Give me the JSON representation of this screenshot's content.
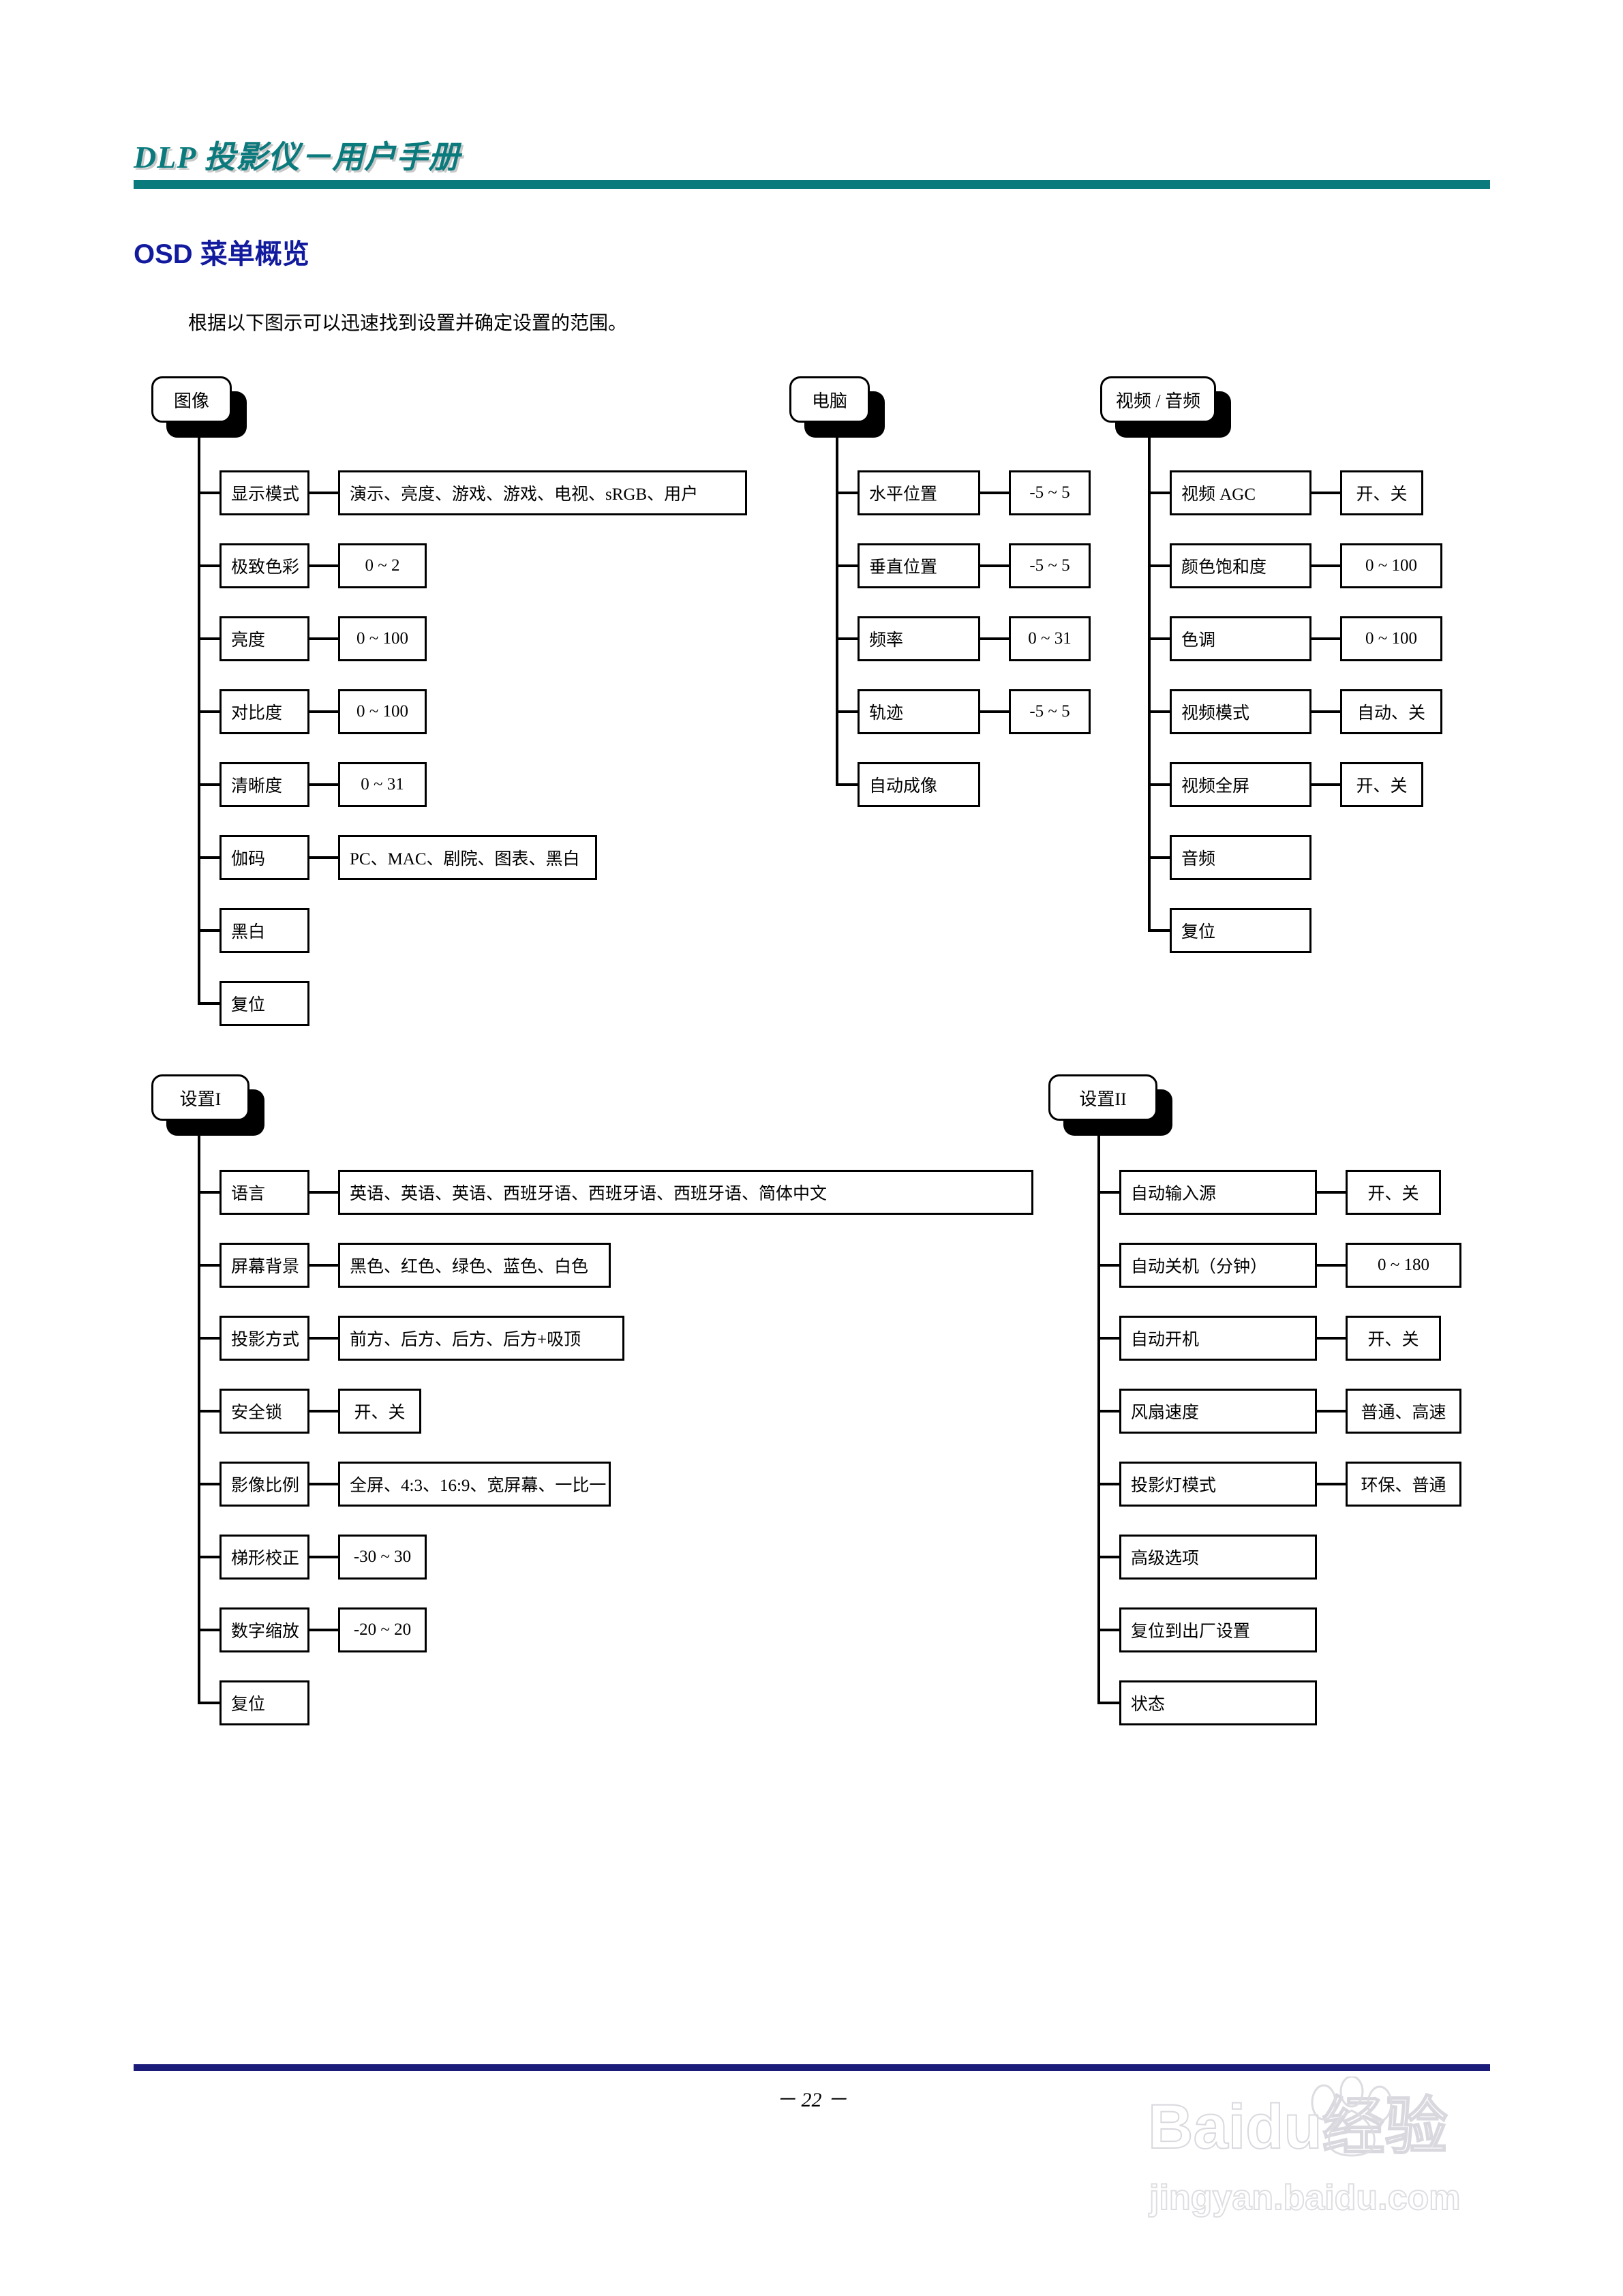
{
  "header": {
    "title": "DLP 投影仪－用户手册",
    "rule_color": "#0b7a7d"
  },
  "section": {
    "title": "OSD 菜单概览",
    "title_color": "#121a9e",
    "intro": "根据以下图示可以迅速找到设置并确定设置的范围。"
  },
  "diagram": {
    "groups": [
      {
        "name": "图像",
        "items": [
          {
            "label": "显示模式",
            "value": "演示、亮度、游戏、游戏、电视、sRGB、用户"
          },
          {
            "label": "极致色彩",
            "value": "0 ~ 2"
          },
          {
            "label": "亮度",
            "value": "0 ~ 100"
          },
          {
            "label": "对比度",
            "value": "0 ~ 100"
          },
          {
            "label": "清晰度",
            "value": "0 ~ 31"
          },
          {
            "label": "伽码",
            "value": "PC、MAC、剧院、图表、黑白"
          },
          {
            "label": "黑白",
            "value": ""
          },
          {
            "label": "复位",
            "value": ""
          }
        ]
      },
      {
        "name": "电脑",
        "items": [
          {
            "label": "水平位置",
            "value": "-5 ~ 5"
          },
          {
            "label": "垂直位置",
            "value": "-5 ~ 5"
          },
          {
            "label": "频率",
            "value": "0 ~ 31"
          },
          {
            "label": "轨迹",
            "value": "-5 ~ 5"
          },
          {
            "label": "自动成像",
            "value": ""
          }
        ]
      },
      {
        "name": "视频 / 音频",
        "items": [
          {
            "label": "视频 AGC",
            "value": "开、关"
          },
          {
            "label": "颜色饱和度",
            "value": "0 ~ 100"
          },
          {
            "label": "色调",
            "value": "0 ~ 100"
          },
          {
            "label": "视频模式",
            "value": "自动、关"
          },
          {
            "label": "视频全屏",
            "value": "开、关"
          },
          {
            "label": "音频",
            "value": ""
          },
          {
            "label": "复位",
            "value": ""
          }
        ]
      },
      {
        "name": "设置I",
        "items": [
          {
            "label": "语言",
            "value": "英语、英语、英语、西班牙语、西班牙语、西班牙语、简体中文"
          },
          {
            "label": "屏幕背景",
            "value": "黑色、红色、绿色、蓝色、白色"
          },
          {
            "label": "投影方式",
            "value": "前方、后方、后方、后方+吸顶"
          },
          {
            "label": "安全锁",
            "value": "开、关"
          },
          {
            "label": "影像比例",
            "value": "全屏、4:3、16:9、宽屏幕、一比一"
          },
          {
            "label": "梯形校正",
            "value": "-30 ~ 30"
          },
          {
            "label": "数字缩放",
            "value": "-20 ~ 20"
          },
          {
            "label": "复位",
            "value": ""
          }
        ]
      },
      {
        "name": "设置II",
        "items": [
          {
            "label": "自动输入源",
            "value": "开、关"
          },
          {
            "label": "自动关机（分钟）",
            "value": "0 ~ 180"
          },
          {
            "label": "自动开机",
            "value": "开、关"
          },
          {
            "label": "风扇速度",
            "value": "普通、高速"
          },
          {
            "label": "投影灯模式",
            "value": "环保、普通"
          },
          {
            "label": "高级选项",
            "value": ""
          },
          {
            "label": "复位到出厂设置",
            "value": ""
          },
          {
            "label": "状态",
            "value": ""
          }
        ]
      }
    ]
  },
  "footer": {
    "page_number": "－ 22 －",
    "rule_color": "#1b1b7a"
  },
  "watermark": {
    "brand": "Baidu",
    "brand_cn": "经验",
    "url": "jingyan.baidu.com"
  }
}
